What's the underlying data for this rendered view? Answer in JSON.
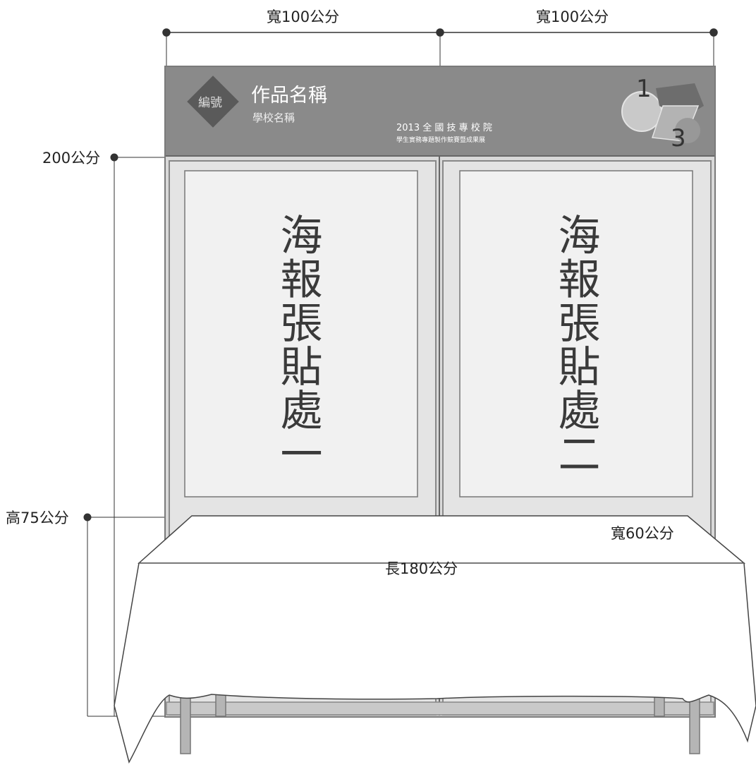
{
  "dimensions": {
    "width_left": "寬100公分",
    "width_right": "寬100公分",
    "height_total": "200公分",
    "table_height": "高75公分",
    "table_depth": "寬60公分",
    "table_length": "長180公分"
  },
  "banner": {
    "badge": "編號",
    "title": "作品名稱",
    "subtitle": "學校名稱",
    "event_line1": "2013 全 國 技 專 校 院",
    "event_line2": "學生實務專題製作競賽暨成果展",
    "logo_num_top": "1",
    "logo_num_bottom": "3"
  },
  "posters": {
    "left": "海報張貼處一",
    "right": "海報張貼處二"
  },
  "colors": {
    "banner": "#8a8a8a",
    "badge": "#5a5a5a",
    "frame": "#999999",
    "poster": "#f1f1f1"
  }
}
